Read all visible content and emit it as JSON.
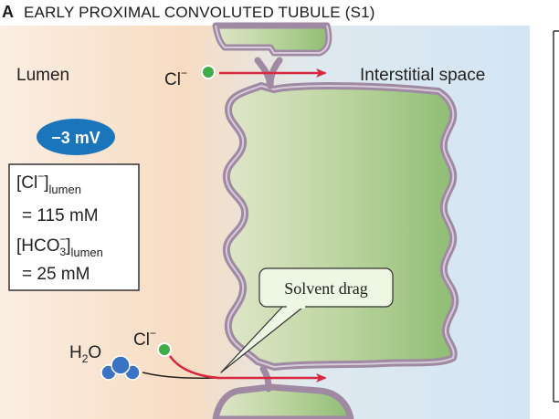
{
  "figure": {
    "panel_letter": "A",
    "title": "EARLY PROXIMAL CONVOLUTED TUBULE (S1)",
    "lumen_label": "Lumen",
    "interstitial_label": "Interstitial space",
    "voltage_badge": "−3 mV",
    "chloride_top": {
      "base": "Cl",
      "sup": "−"
    },
    "chloride_bottom": {
      "base": "Cl",
      "sup": "−"
    },
    "water": {
      "base": "H",
      "sub": "2",
      "tail": "O"
    },
    "concentrations": {
      "cl_line1": {
        "base": "[Cl",
        "sup": "−",
        "close": "]",
        "sub": "lumen"
      },
      "cl_value": "= 115 mM",
      "hco3_line1": {
        "base": "[HCO",
        "sub_num": "3",
        "sup": "−",
        "close": "]",
        "sub": "lumen"
      },
      "hco3_value": "= 25 mM"
    },
    "callout": "Solvent drag",
    "colors": {
      "lumen_tint": "#f7dcc2",
      "interstitial_tint": "#cfe2f4",
      "cell": "#a9c98c",
      "membrane": "#a08aa3",
      "arrow": "#d6283f",
      "badge": "#1b75bb",
      "chloride": "#3fae49",
      "water": "#3a72c4",
      "callout_fill": "#eef7e3"
    }
  }
}
